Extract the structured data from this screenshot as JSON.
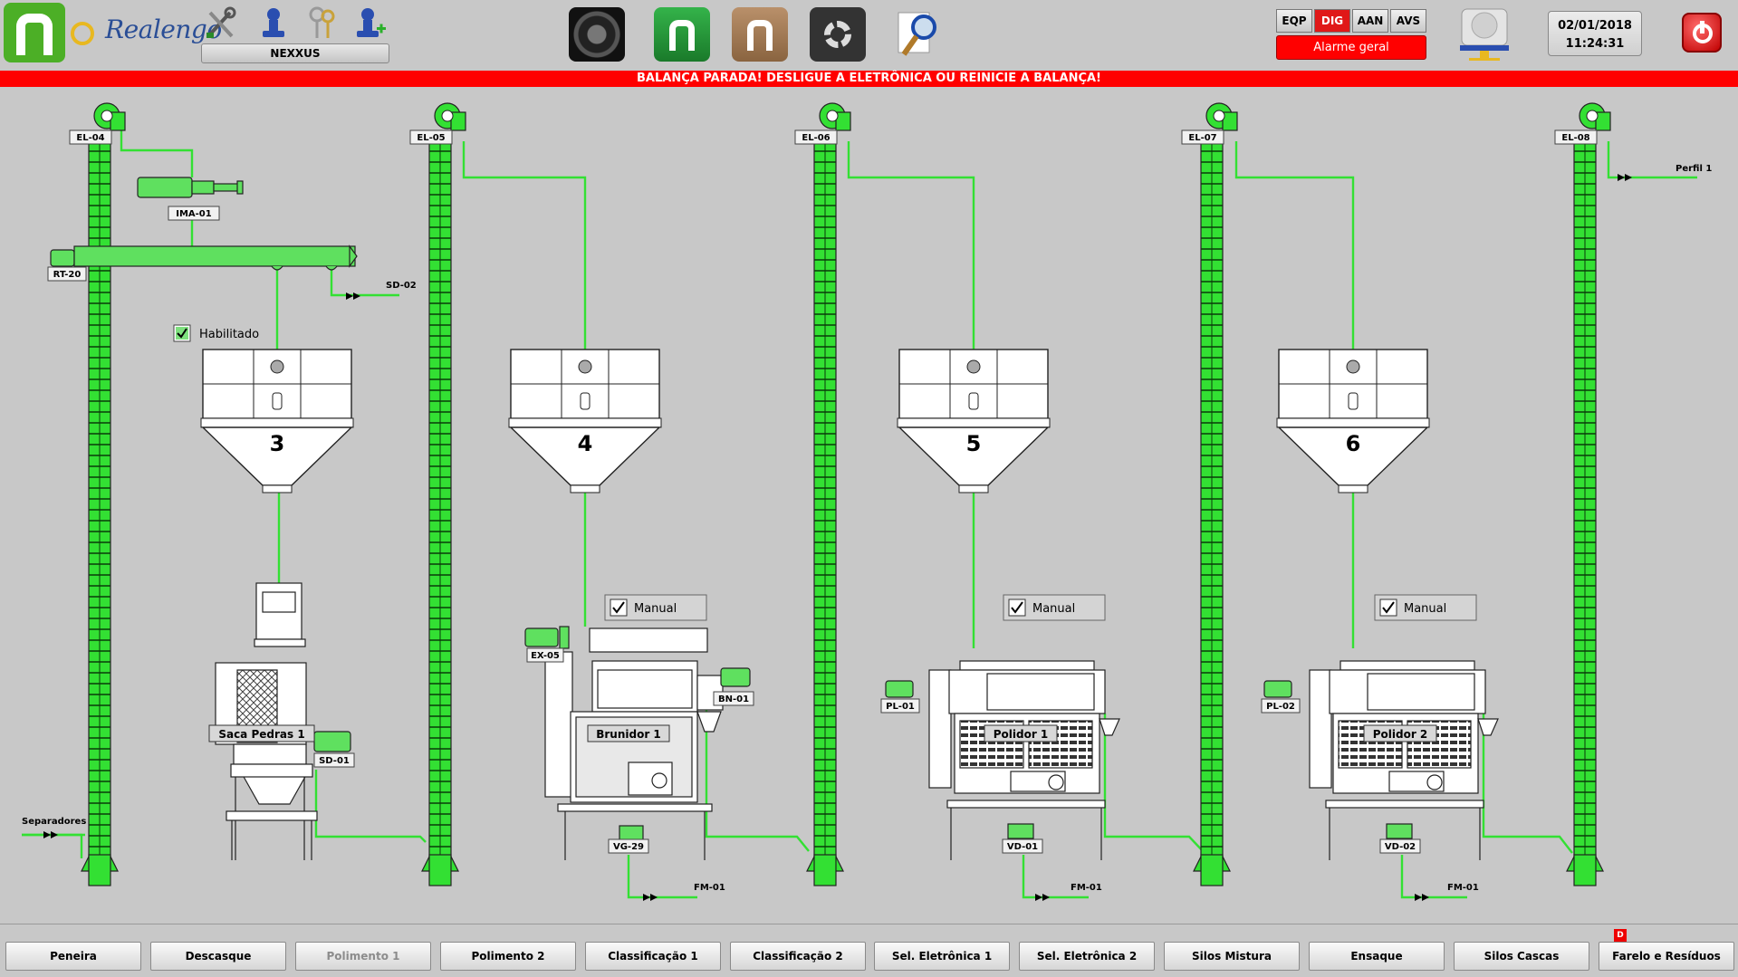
{
  "header": {
    "brand": "Realengo",
    "user_label": "NEXXUS",
    "mode_buttons": [
      "EQP",
      "DIG",
      "AAN",
      "AVS"
    ],
    "active_mode": "DIG",
    "alarm_label": "Alarme geral",
    "date": "02/01/2018",
    "time": "11:24:31"
  },
  "warning": "BALANÇA PARADA! DESLIGUE A ELETRÔNICA OU REINICIE A BALANÇA!",
  "diagram": {
    "elevators": [
      "EL-04",
      "EL-05",
      "EL-06",
      "EL-07",
      "EL-08"
    ],
    "silos": [
      "3",
      "4",
      "5",
      "6"
    ],
    "machines": [
      "Saca Pedras 1",
      "Brunidor 1",
      "Polidor 1",
      "Polidor 2"
    ],
    "equipment_tags": [
      "IMA-01",
      "RT-20",
      "SD-02",
      "SD-01",
      "EX-05",
      "BN-01",
      "VG-29",
      "FM-01",
      "PL-01",
      "VD-01",
      "PL-02",
      "VD-02",
      "Perfil 1",
      "Separadores"
    ],
    "checkboxes": [
      {
        "label": "Habilitado",
        "checked": true
      },
      {
        "label": "Manual",
        "checked": true
      },
      {
        "label": "Manual",
        "checked": true
      },
      {
        "label": "Manual",
        "checked": true
      }
    ]
  },
  "colors": {
    "pipe": "#33e033",
    "alarm": "#ff0000",
    "background": "#c8c8c8"
  },
  "nav": {
    "buttons": [
      {
        "label": "Peneira",
        "enabled": true
      },
      {
        "label": "Descasque",
        "enabled": true
      },
      {
        "label": "Polimento 1",
        "enabled": false
      },
      {
        "label": "Polimento 2",
        "enabled": true
      },
      {
        "label": "Classificação 1",
        "enabled": true
      },
      {
        "label": "Classificação 2",
        "enabled": true
      },
      {
        "label": "Sel. Eletrônica 1",
        "enabled": true
      },
      {
        "label": "Sel. Eletrônica 2",
        "enabled": true
      },
      {
        "label": "Silos Mistura",
        "enabled": true
      },
      {
        "label": "Ensaque",
        "enabled": true
      },
      {
        "label": "Silos Cascas",
        "enabled": true
      },
      {
        "label": "Farelo e Resíduos",
        "enabled": true
      }
    ],
    "badge": "D"
  }
}
